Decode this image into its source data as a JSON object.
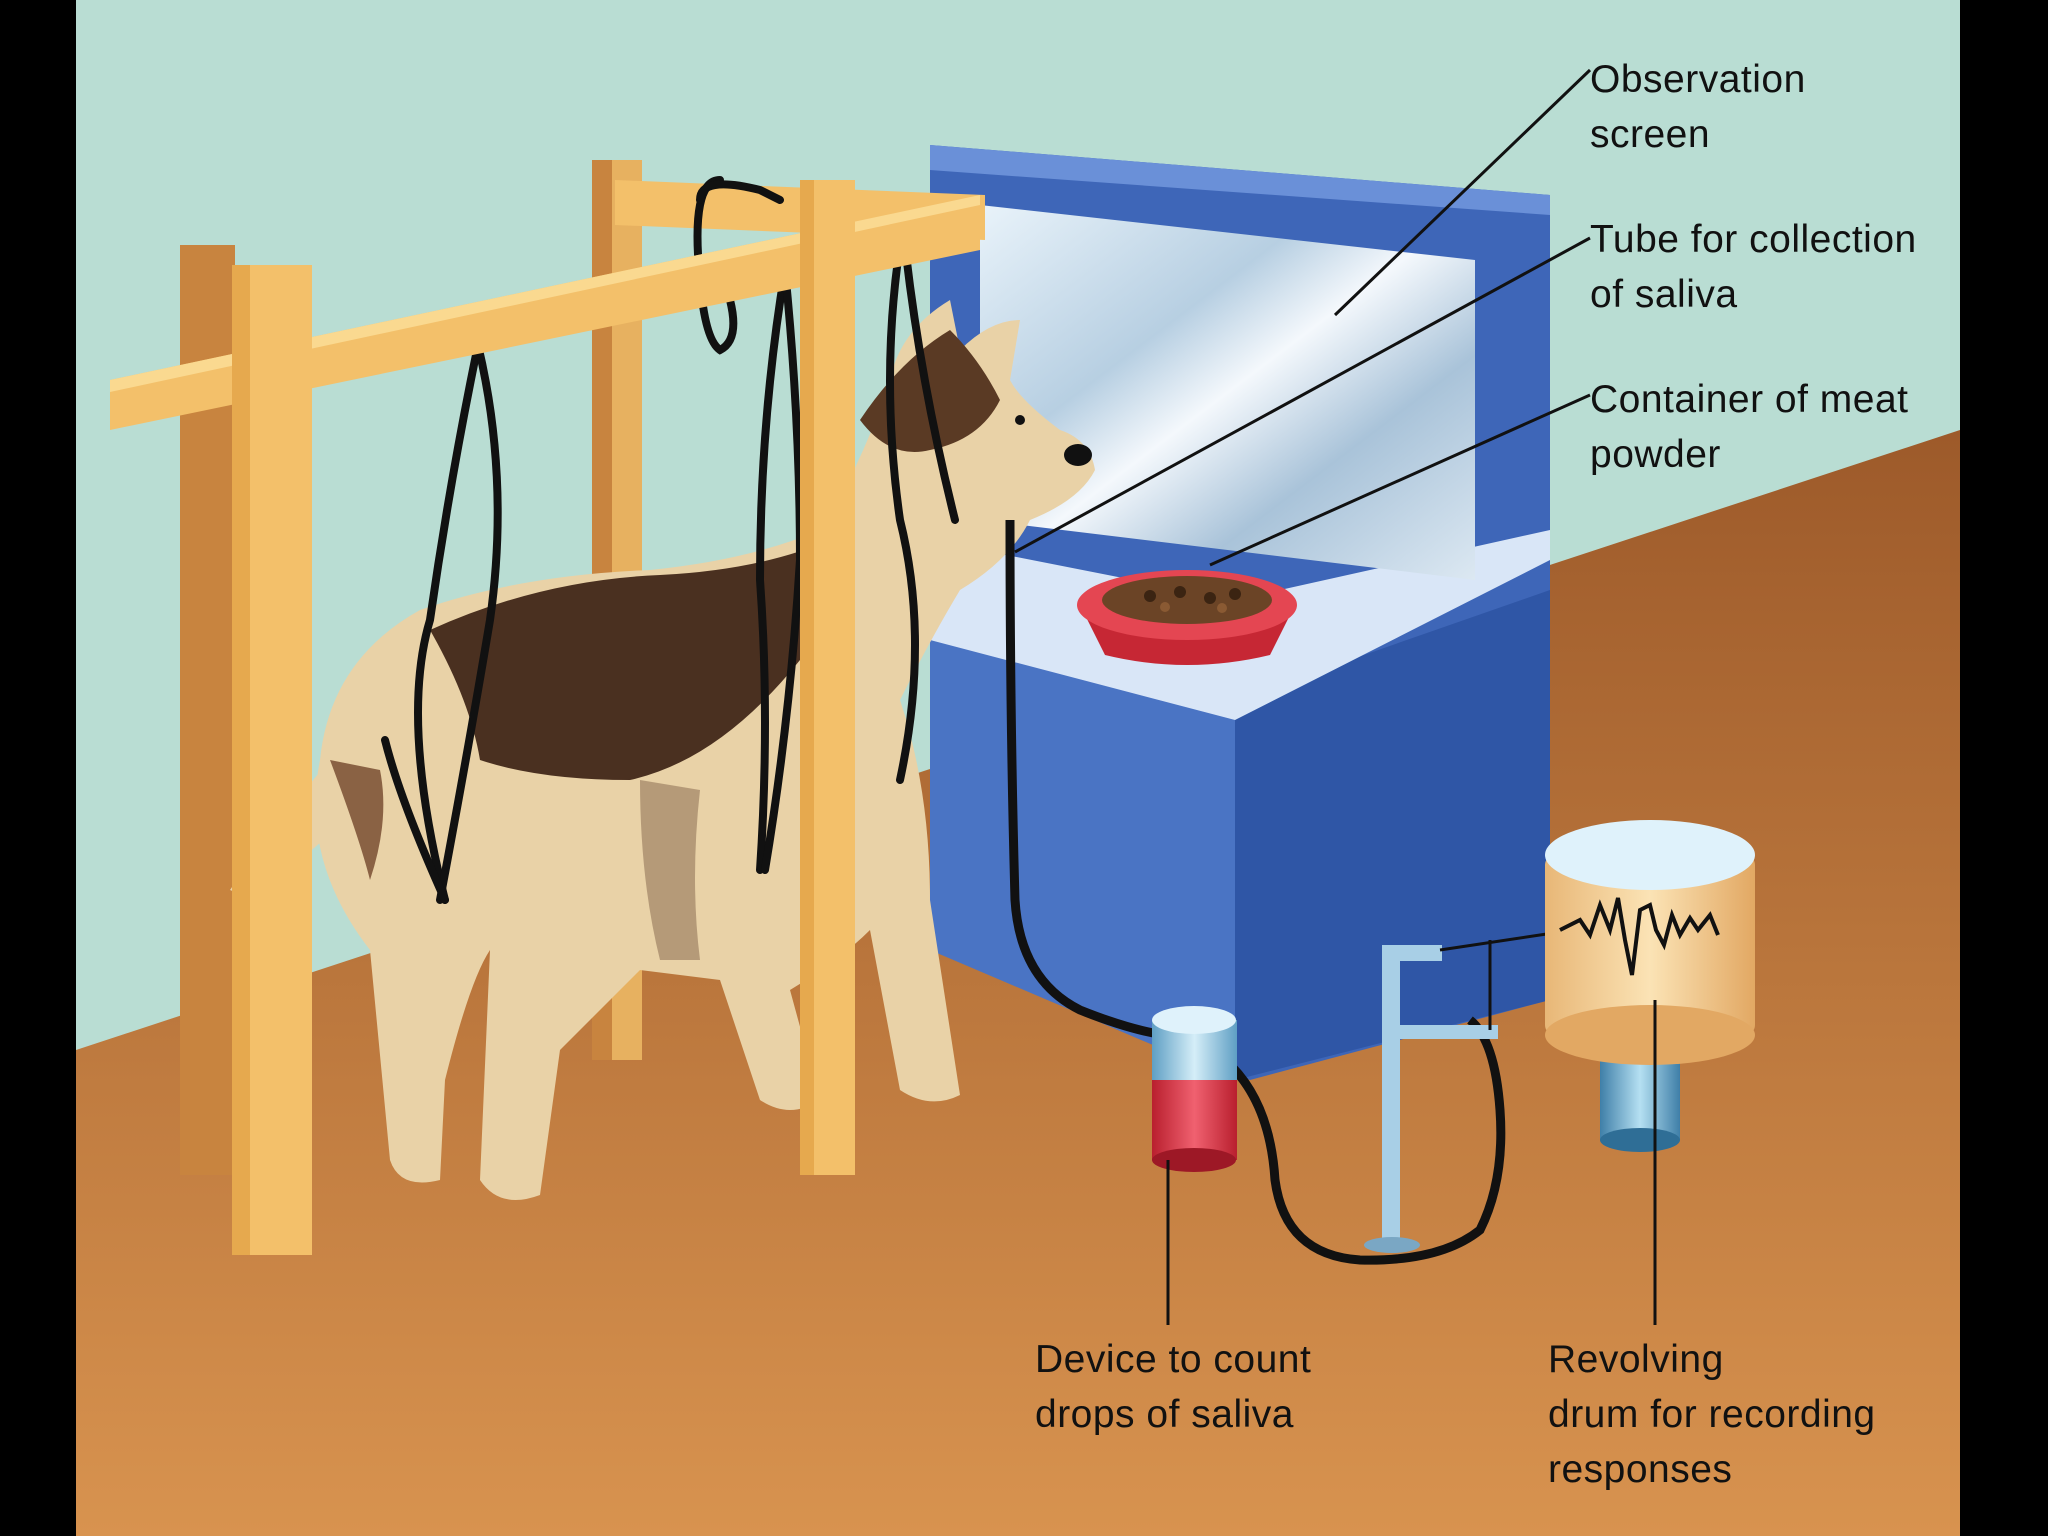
{
  "labels": {
    "observation_screen": [
      "Observation",
      "screen"
    ],
    "tube": [
      "Tube for collection",
      "of saliva"
    ],
    "container": [
      "Container of meat",
      "powder"
    ],
    "device": [
      "Device to count",
      "drops of saliva"
    ],
    "drum": [
      "Revolving",
      "drum for recording",
      "responses"
    ]
  },
  "colors": {
    "wall": "#b9ddd3",
    "floor": "#c0773d",
    "cabinet": "#4a74c4",
    "wood": "#f2c46e",
    "bowl": "#d8323c"
  }
}
